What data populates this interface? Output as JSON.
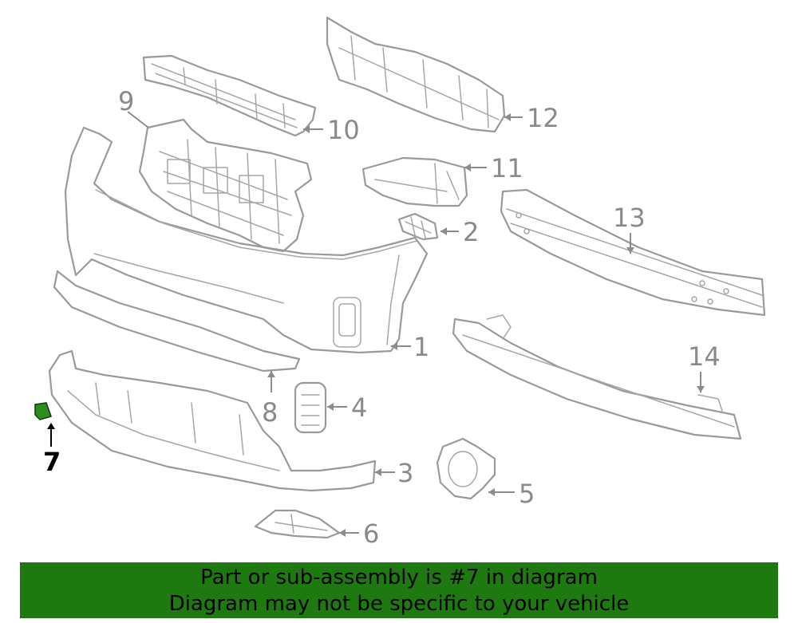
{
  "callouts": {
    "c1": "1",
    "c2": "2",
    "c3": "3",
    "c4": "4",
    "c5": "5",
    "c6": "6",
    "c7": "7",
    "c8": "8",
    "c9": "9",
    "c10": "10",
    "c11": "11",
    "c12": "12",
    "c13": "13",
    "c14": "14"
  },
  "highlighted_part": "7",
  "banner": {
    "line1": "Part or sub-assembly is #7 in diagram",
    "line2": "Diagram may not be specific to your vehicle"
  },
  "colors": {
    "banner_bg": "#1e7a10",
    "highlight": "#2e8b1e",
    "outline": "#9a9a9a"
  }
}
